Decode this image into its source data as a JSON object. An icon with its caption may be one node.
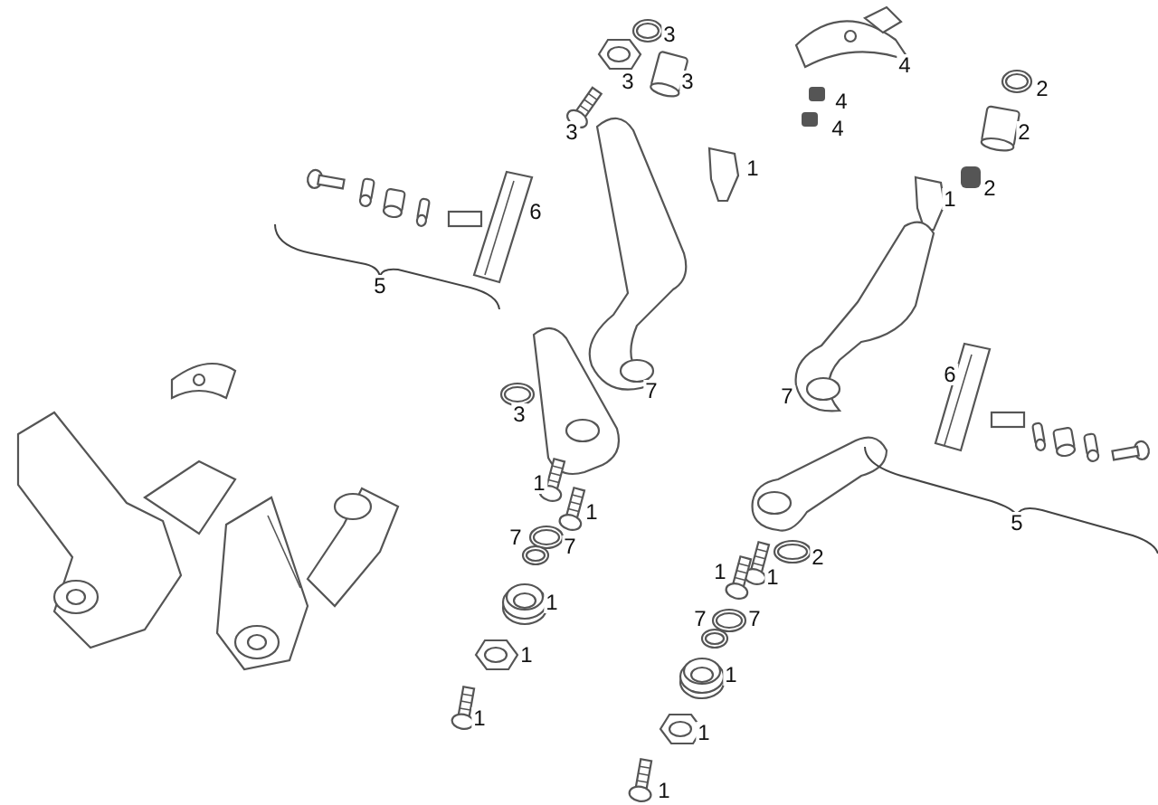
{
  "diagram": {
    "labels": [
      "3",
      "4",
      "3",
      "3",
      "2",
      "4",
      "3",
      "4",
      "2",
      "1",
      "2",
      "1",
      "6",
      "5",
      "6",
      "7",
      "7",
      "3",
      "1",
      "1",
      "5",
      "7",
      "7",
      "2",
      "1",
      "1",
      "1",
      "7",
      "7",
      "1",
      "1",
      "1",
      "1",
      "1"
    ]
  }
}
